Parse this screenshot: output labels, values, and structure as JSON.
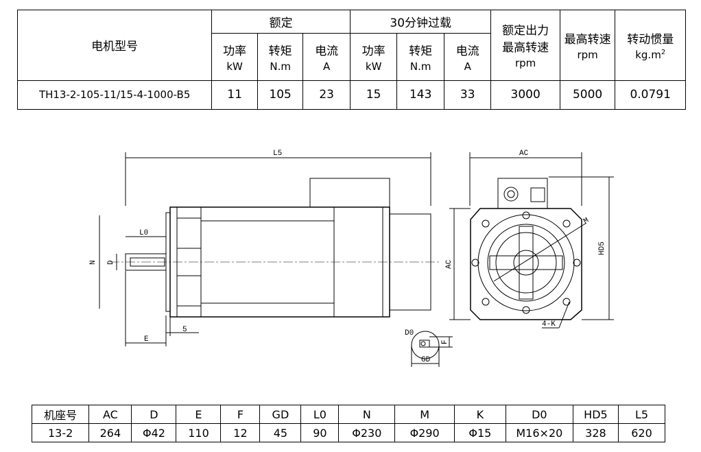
{
  "spec_table": {
    "header": {
      "model": "电机型号",
      "rated": "额定",
      "overload": "30分钟过载",
      "rated_output_max_speed": [
        "额定出力",
        "最高转速",
        "rpm"
      ],
      "max_speed": [
        "最高转速",
        "rpm"
      ],
      "inertia": [
        "转动惯量",
        "kg.m",
        "2"
      ],
      "sub": [
        {
          "name": "功率",
          "unit": "kW"
        },
        {
          "name": "转矩",
          "unit": "N.m"
        },
        {
          "name": "电流",
          "unit": "A"
        },
        {
          "name": "功率",
          "unit": "kW"
        },
        {
          "name": "转矩",
          "unit": "N.m"
        },
        {
          "name": "电流",
          "unit": "A"
        }
      ]
    },
    "row": [
      "TH13-2-105-11/15-4-1000-B5",
      "11",
      "105",
      "23",
      "15",
      "143",
      "33",
      "3000",
      "5000",
      "0.0791"
    ]
  },
  "drawing_labels": {
    "L5": "L5",
    "L0": "L0",
    "N": "N",
    "D": "D",
    "E": "E",
    "five": "5",
    "AC_top": "AC",
    "AC_side": "AC",
    "HD5": "HD5",
    "M": "M",
    "K": "4-K",
    "D0": "D0",
    "F": "F",
    "GD": "GD"
  },
  "dims_table": {
    "headers": [
      "机座号",
      "AC",
      "D",
      "E",
      "F",
      "GD",
      "L0",
      "N",
      "M",
      "K",
      "D0",
      "HD5",
      "L5"
    ],
    "values": [
      "13-2",
      "264",
      "Φ42",
      "110",
      "12",
      "45",
      "90",
      "Φ230",
      "Φ290",
      "Φ15",
      "M16×20",
      "328",
      "620"
    ]
  }
}
